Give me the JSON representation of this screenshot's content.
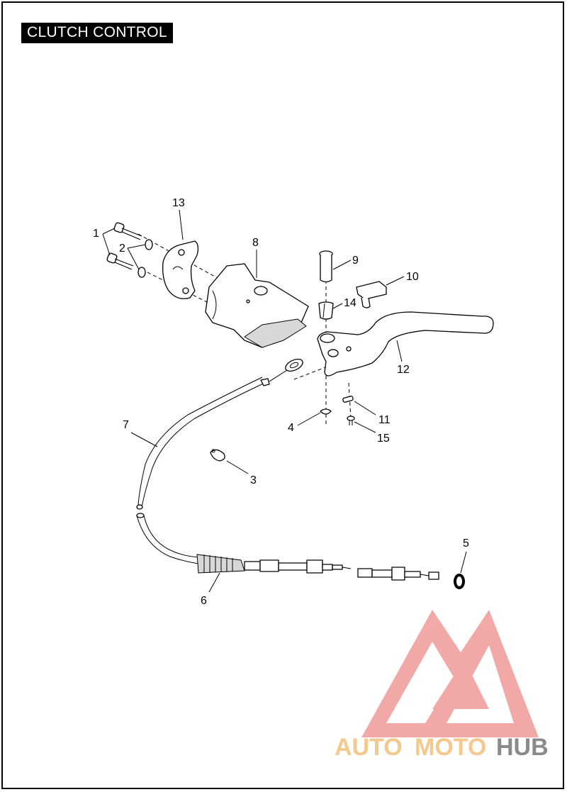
{
  "title": "CLUTCH CONTROL",
  "callouts": [
    {
      "id": "1",
      "label": "1"
    },
    {
      "id": "2",
      "label": "2"
    },
    {
      "id": "3",
      "label": "3"
    },
    {
      "id": "4",
      "label": "4"
    },
    {
      "id": "5",
      "label": "5"
    },
    {
      "id": "6",
      "label": "6"
    },
    {
      "id": "7",
      "label": "7"
    },
    {
      "id": "8",
      "label": "8"
    },
    {
      "id": "9",
      "label": "9"
    },
    {
      "id": "10",
      "label": "10"
    },
    {
      "id": "11",
      "label": "11"
    },
    {
      "id": "12",
      "label": "12"
    },
    {
      "id": "13",
      "label": "13"
    },
    {
      "id": "14",
      "label": "14"
    },
    {
      "id": "15",
      "label": "15"
    }
  ],
  "watermark": {
    "auto": "AUTO",
    "moto": "MOTO",
    "hub": "HUB",
    "colors": {
      "triangle": "#f29a9a",
      "auto": "#f5c98c",
      "hub": "#8a8a8a"
    }
  }
}
